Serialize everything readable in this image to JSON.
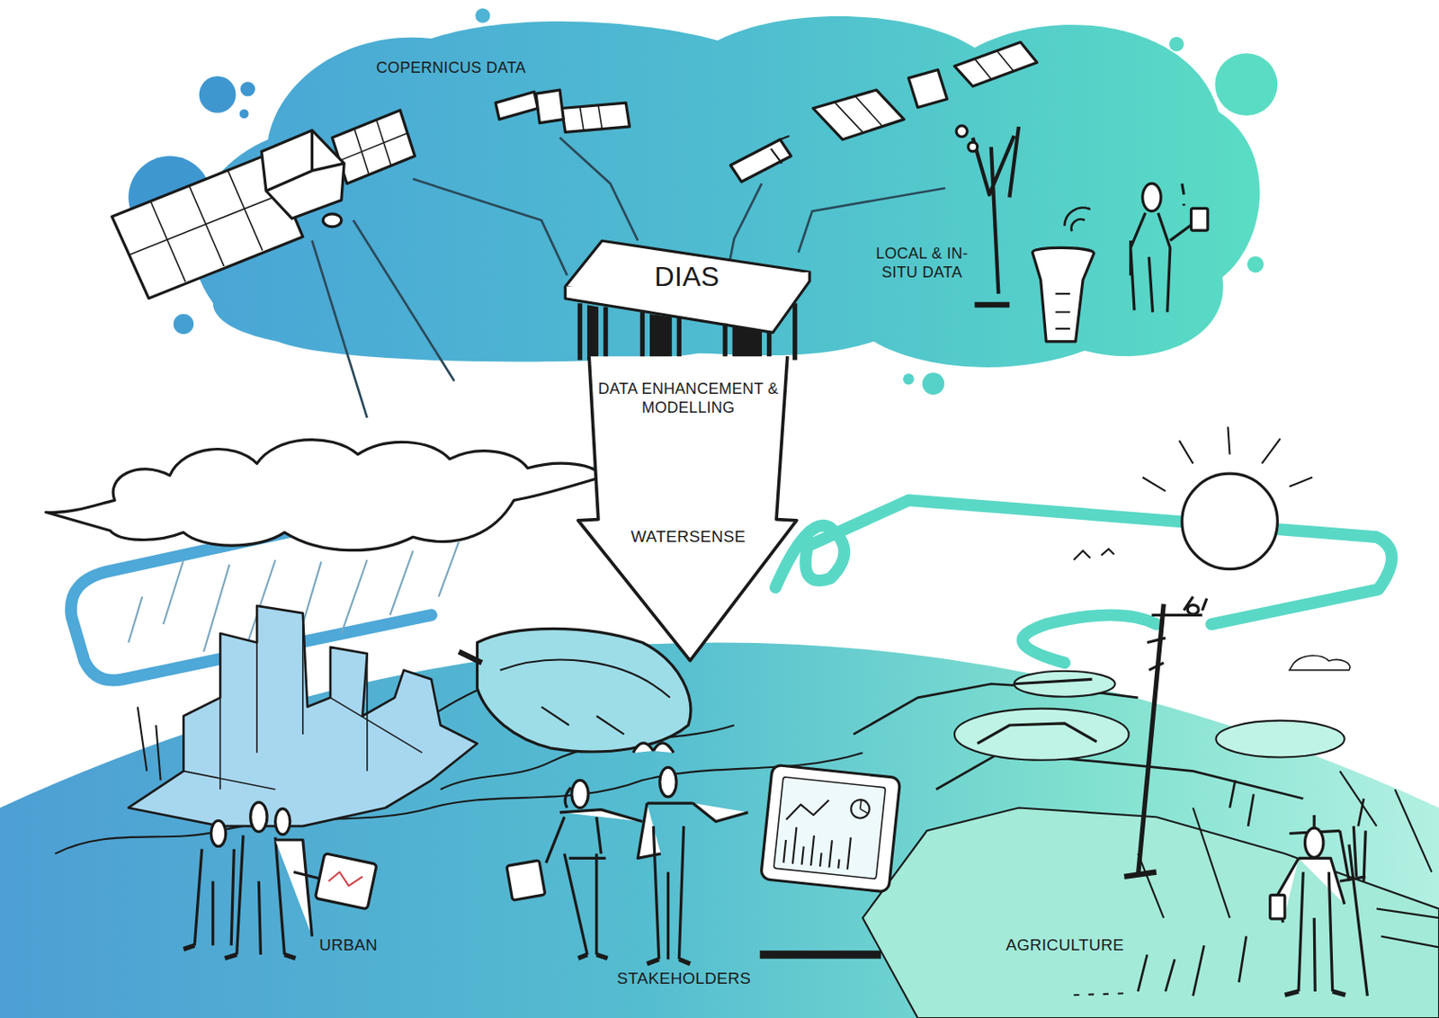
{
  "diagram": {
    "nodes": [
      {
        "text": [
          "DIAS"
        ]
      },
      {
        "text": [
          "DATA ENHANCEMENT & MODELLING",
          "WATERSENSE"
        ]
      }
    ],
    "labels": [
      "COPERNICUS DATA",
      "LOCAL & IN-SITU DATA",
      "URBAN",
      "STAKEHOLDERS",
      "AGRICULTURE"
    ]
  }
}
